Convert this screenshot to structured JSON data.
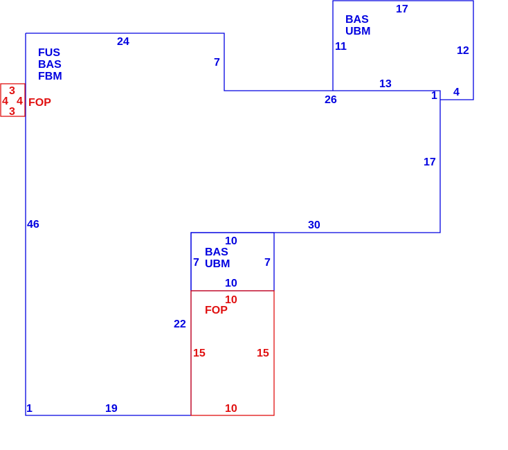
{
  "colors": {
    "main": "#0000e0",
    "porch": "#e01010"
  },
  "main_area": {
    "codes": [
      "FUS",
      "BAS",
      "FBM"
    ],
    "dims": [
      "24",
      "7",
      "26",
      "1",
      "17",
      "30",
      "46",
      "22",
      "1",
      "19"
    ]
  },
  "upper_addition": {
    "codes": [
      "BAS",
      "UBM"
    ],
    "dims": [
      "17",
      "11",
      "12",
      "13",
      "4"
    ]
  },
  "lower_addition": {
    "codes": [
      "BAS",
      "UBM"
    ],
    "dims": [
      "10",
      "7",
      "7",
      "10"
    ]
  },
  "porch_bottom": {
    "code": "FOP",
    "dims": [
      "10",
      "15",
      "15",
      "10"
    ]
  },
  "porch_small": {
    "code": "FOP",
    "dims": [
      "3",
      "4",
      "4",
      "3"
    ]
  }
}
